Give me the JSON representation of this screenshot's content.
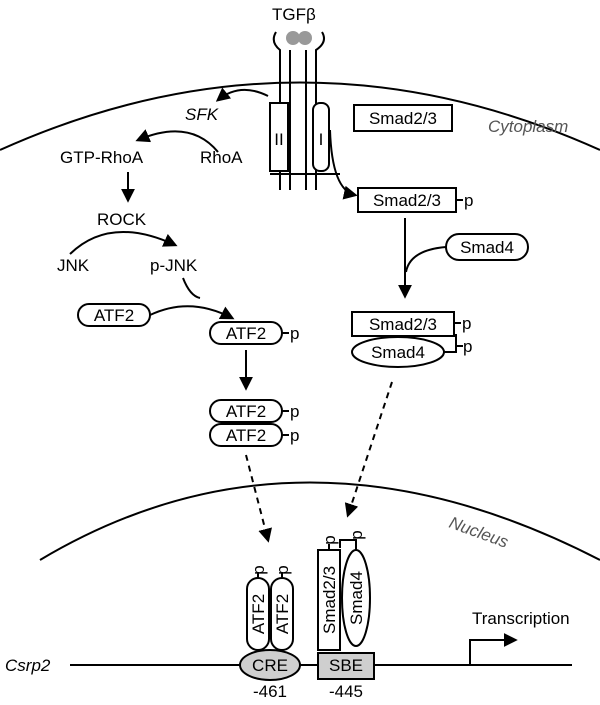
{
  "ligand": "TGFβ",
  "receptors": {
    "type2": "II",
    "type1": "I"
  },
  "compartments": {
    "cytoplasm": "Cytoplasm",
    "nucleus": "Nucleus"
  },
  "left_pathway": {
    "sfk": "SFK",
    "rhoa": "RhoA",
    "gtp_rhoa": "GTP-RhoA",
    "rock": "ROCK",
    "jnk": "JNK",
    "p_jnk": "p-JNK",
    "atf2": "ATF2",
    "phospho": "p"
  },
  "right_pathway": {
    "smad23": "Smad2/3",
    "smad23_p": "Smad2/3",
    "smad4": "Smad4",
    "phospho": "p"
  },
  "promoter": {
    "gene": "Csrp2",
    "cre": "CRE",
    "sbe": "SBE",
    "cre_pos": "-461",
    "sbe_pos": "-445",
    "transcription": "Transcription"
  }
}
